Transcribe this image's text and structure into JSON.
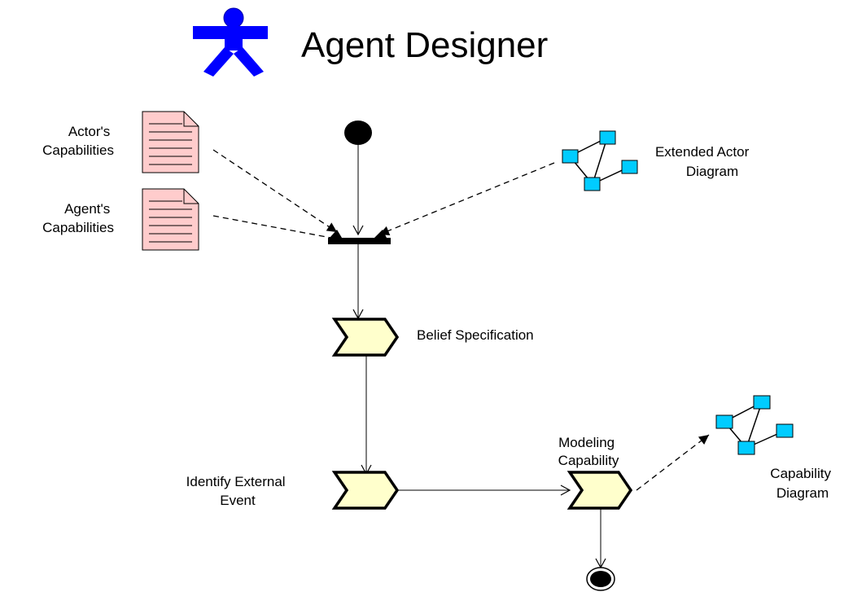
{
  "title": "Agent Designer",
  "icons": {
    "actor": "actor-icon",
    "document": "document-icon",
    "class_diagram": "diagram-icon",
    "activity": "activity-icon",
    "start": "start-node-icon",
    "end": "end-node-icon",
    "sync_bar": "synchronization-bar"
  },
  "colors": {
    "actor": "#0000ff",
    "document_fill": "#ffcccc",
    "diagram_node": "#00ccff",
    "activity_fill": "#ffffcc",
    "line": "#000000"
  },
  "labels": {
    "actors_capabilities": [
      "Actor's",
      "Capabilities"
    ],
    "agents_capabilities": [
      "Agent's",
      "Capabilities"
    ],
    "extended_actor_diagram": [
      "Extended Actor",
      "Diagram"
    ],
    "belief_specification": "Belief Specification",
    "identify_external_event": [
      "Identify External",
      "Event"
    ],
    "modeling_capability": [
      "Modeling",
      "Capability"
    ],
    "capability_diagram": [
      "Capability",
      "Diagram"
    ]
  }
}
